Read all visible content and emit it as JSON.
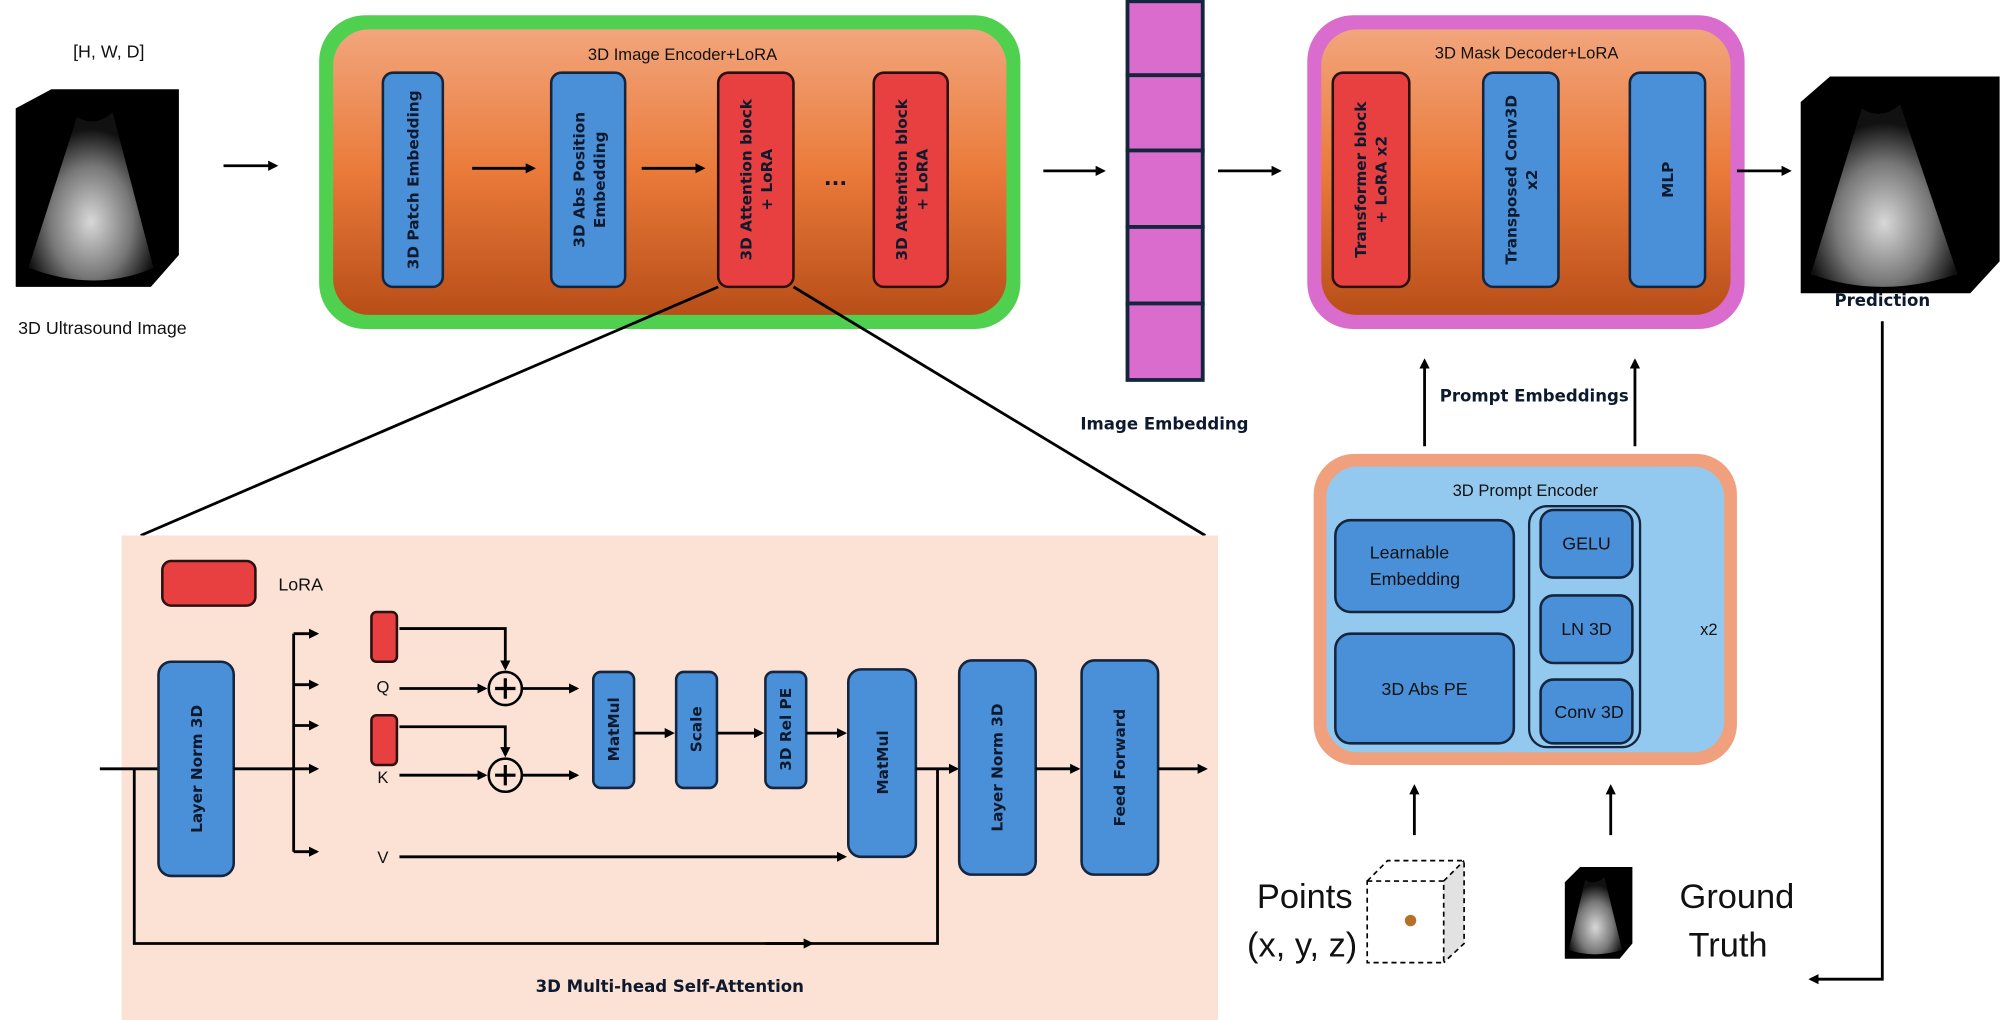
{
  "input": {
    "dims": "[H, W, D]",
    "label": "3D Ultrasound Image"
  },
  "encoder": {
    "title": "3D Image Encoder+LoRA",
    "border_color": "#4fd14f",
    "blocks": [
      {
        "lines": [
          "3D Patch Embedding"
        ],
        "color": "#4a90d9"
      },
      {
        "lines": [
          "3D Abs Position",
          "Embedding"
        ],
        "color": "#4a90d9"
      },
      {
        "lines": [
          "3D Attention block",
          "+ LoRA"
        ],
        "color": "#e84040"
      },
      {
        "lines": [
          "3D Attention block",
          "+ LoRA"
        ],
        "color": "#e84040"
      }
    ],
    "ellipsis": "..."
  },
  "embedding": {
    "label": "Image Embedding",
    "color": "#d96ccc",
    "cells": 5
  },
  "decoder": {
    "title": "3D Mask Decoder+LoRA",
    "border_color": "#d96ccc",
    "blocks": [
      {
        "lines": [
          "Transformer block",
          "+ LoRA  x2"
        ],
        "color": "#e84040"
      },
      {
        "lines": [
          "Transposed Conv3D",
          "x2"
        ],
        "color": "#4a90d9"
      },
      {
        "lines": [
          "MLP"
        ],
        "color": "#4a90d9"
      }
    ]
  },
  "prediction": {
    "label": "Prediction"
  },
  "prompt_embeddings": {
    "label": "Prompt Embeddings"
  },
  "prompt_encoder": {
    "title": "3D Prompt Encoder",
    "learnable": [
      "Learnable",
      "Embedding"
    ],
    "abs_pe": "3D Abs PE",
    "gelu": "GELU",
    "ln3d": "LN 3D",
    "conv3d": "Conv 3D",
    "repeat": "x2"
  },
  "points": {
    "line1": "Points",
    "line2": "(x, y, z)"
  },
  "ground_truth": {
    "line1": "Ground",
    "line2": "Truth"
  },
  "attention": {
    "legend": "LoRA",
    "layer_norm": "Layer Norm 3D",
    "q": "Q",
    "k": "K",
    "v": "V",
    "matmul1": "MatMul",
    "scale": "Scale",
    "rel_pe": "3D Rel PE",
    "matmul2": "MatMul",
    "layer_norm2": "Layer Norm 3D",
    "feed_forward": "Feed Forward",
    "caption": "3D Multi-head Self-Attention"
  }
}
